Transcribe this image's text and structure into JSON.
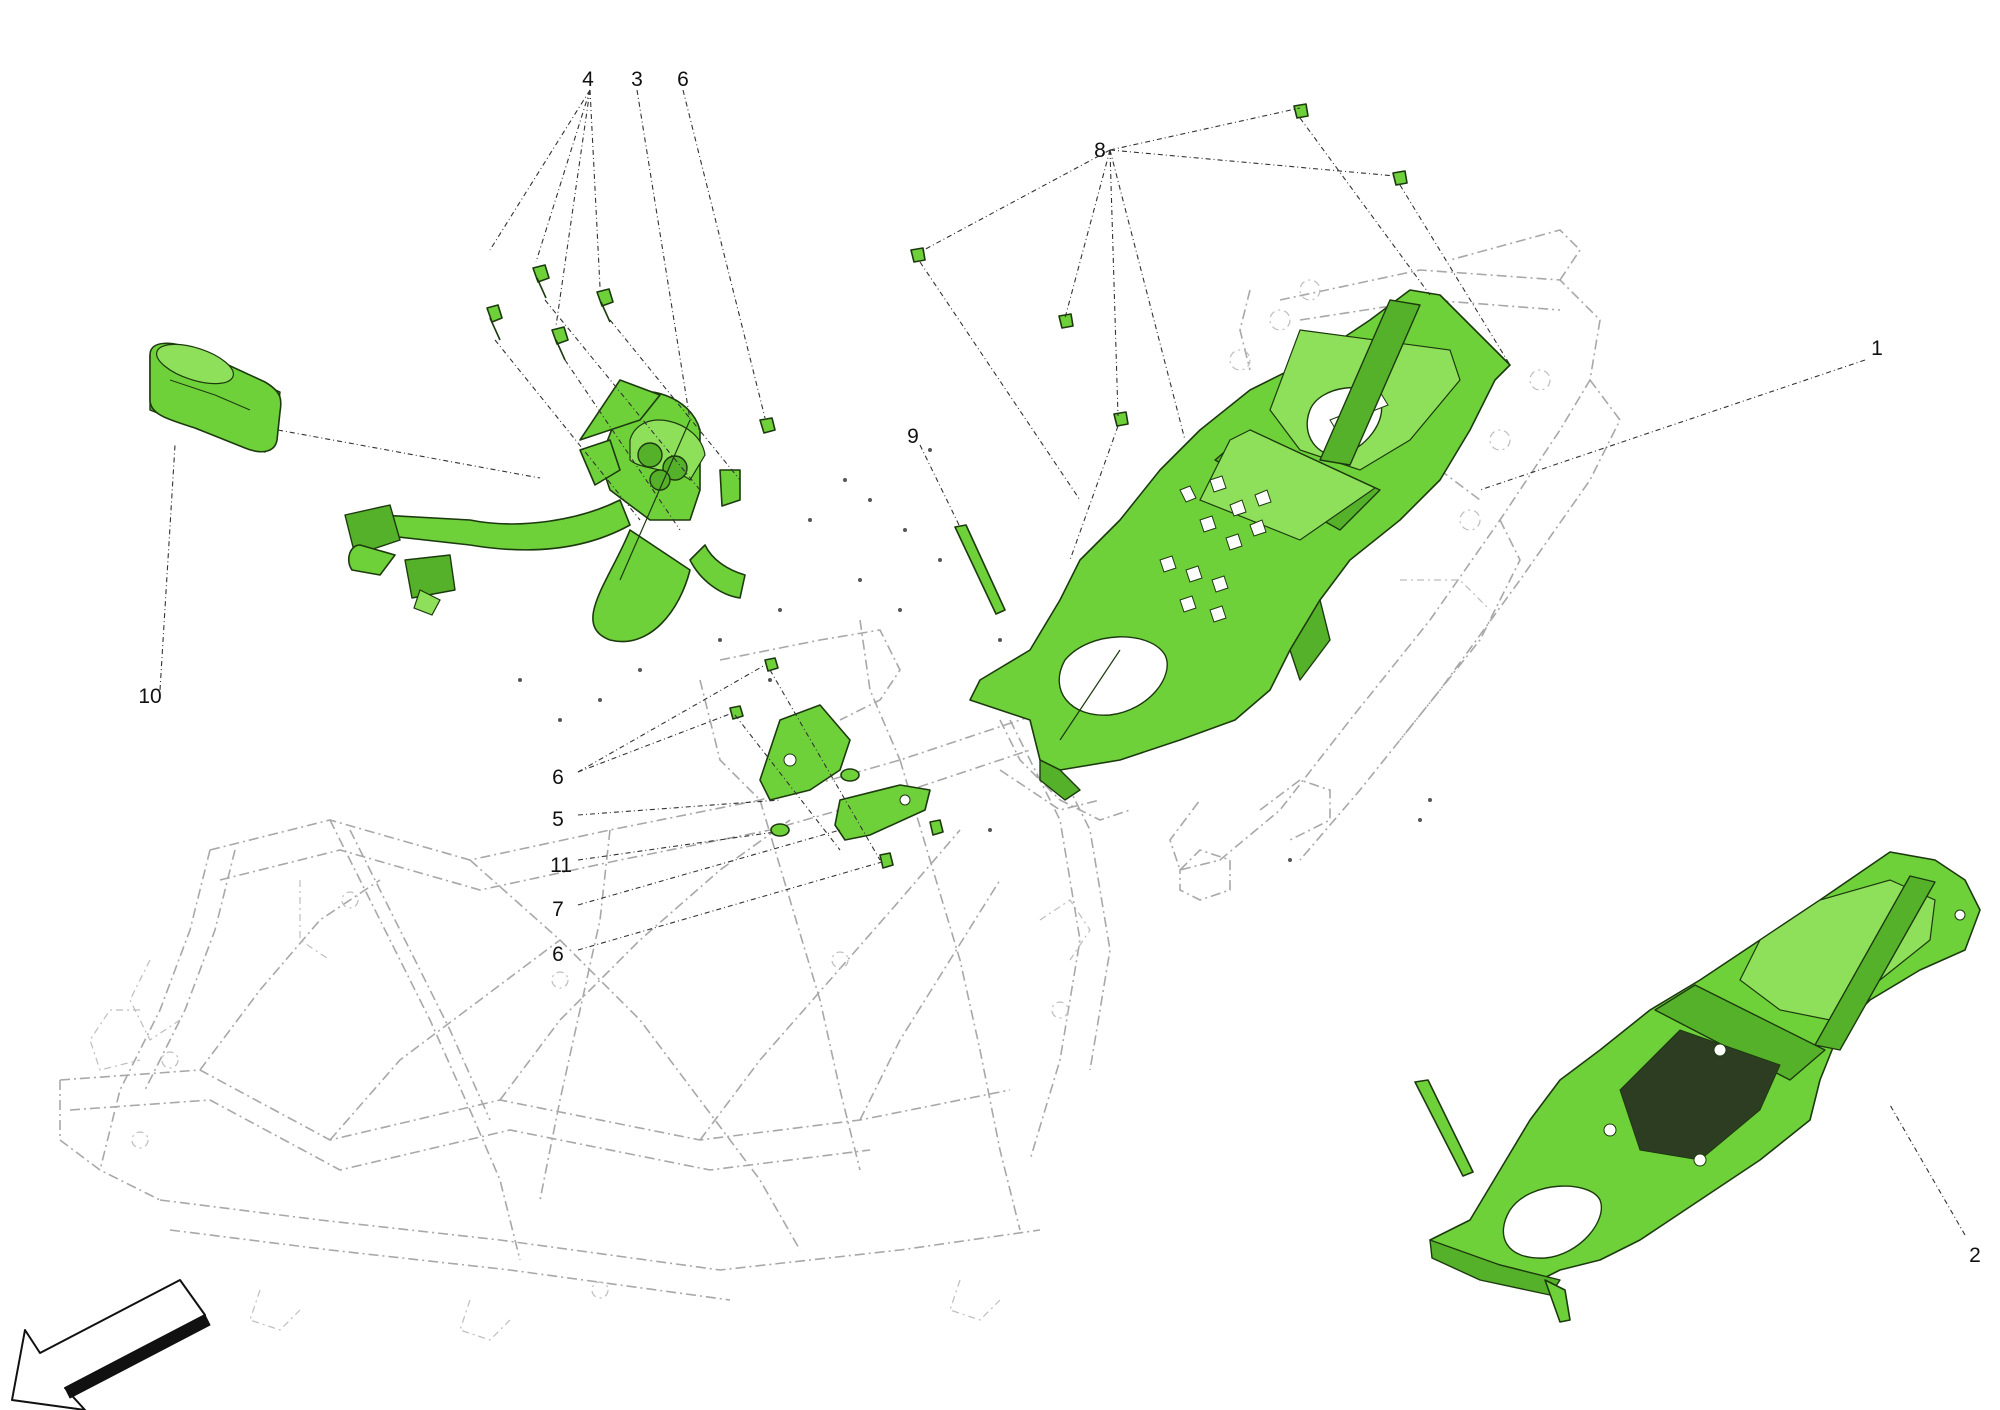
{
  "diagram": {
    "callouts": [
      {
        "id": "c4",
        "text": "4"
      },
      {
        "id": "c3",
        "text": "3"
      },
      {
        "id": "c6a",
        "text": "6"
      },
      {
        "id": "c8",
        "text": "8"
      },
      {
        "id": "c1",
        "text": "1"
      },
      {
        "id": "c9",
        "text": "9"
      },
      {
        "id": "c10",
        "text": "10"
      },
      {
        "id": "c6b",
        "text": "6"
      },
      {
        "id": "c5",
        "text": "5"
      },
      {
        "id": "c11",
        "text": "11"
      },
      {
        "id": "c7",
        "text": "7"
      },
      {
        "id": "c6c",
        "text": "6"
      },
      {
        "id": "c2",
        "text": "2"
      }
    ],
    "colors": {
      "part_fill": "#6fd13a",
      "part_outline": "#1d3a0f",
      "frame_line": "#a8a8a8",
      "background": "#ffffff"
    },
    "icons": {
      "orientation_arrow": "arrow-front-left-icon"
    }
  }
}
